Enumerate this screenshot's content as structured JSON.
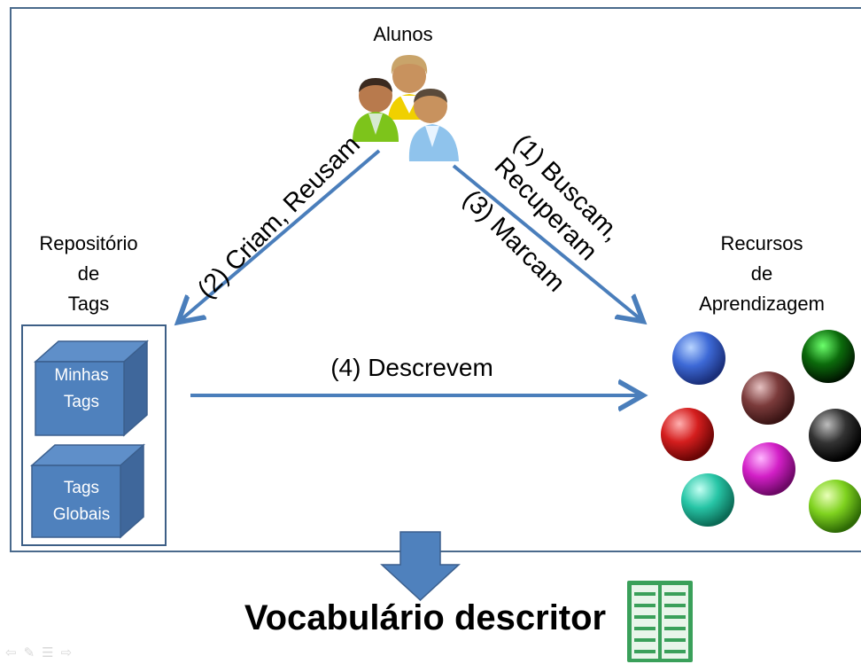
{
  "labels": {
    "students": "Alunos",
    "repository": "Repositório\nde\nTags",
    "resources": "Recursos\nde\nAprendizagem"
  },
  "edges": {
    "create_reuse": "(2) Criam, Reusam",
    "search_retrieve": "(1) Buscam,\nRecuperam",
    "tag": "(3) Marcam",
    "describe": "(4) Descrevem"
  },
  "repository_items": {
    "my_tags": "Minhas\nTags",
    "global_tags": "Tags\nGlobais"
  },
  "result": {
    "title": "Vocabulário descritor"
  },
  "icons": {
    "students": "group-of-people-icon",
    "resources": "colored-spheres-icon",
    "result": "green-notebook-icon",
    "navigation": [
      "previous-icon",
      "pen-icon",
      "menu-icon",
      "next-icon"
    ]
  },
  "colors": {
    "arrow": "#4a7ebb",
    "cube": "#4f81bd",
    "border": "#3d5f86"
  }
}
